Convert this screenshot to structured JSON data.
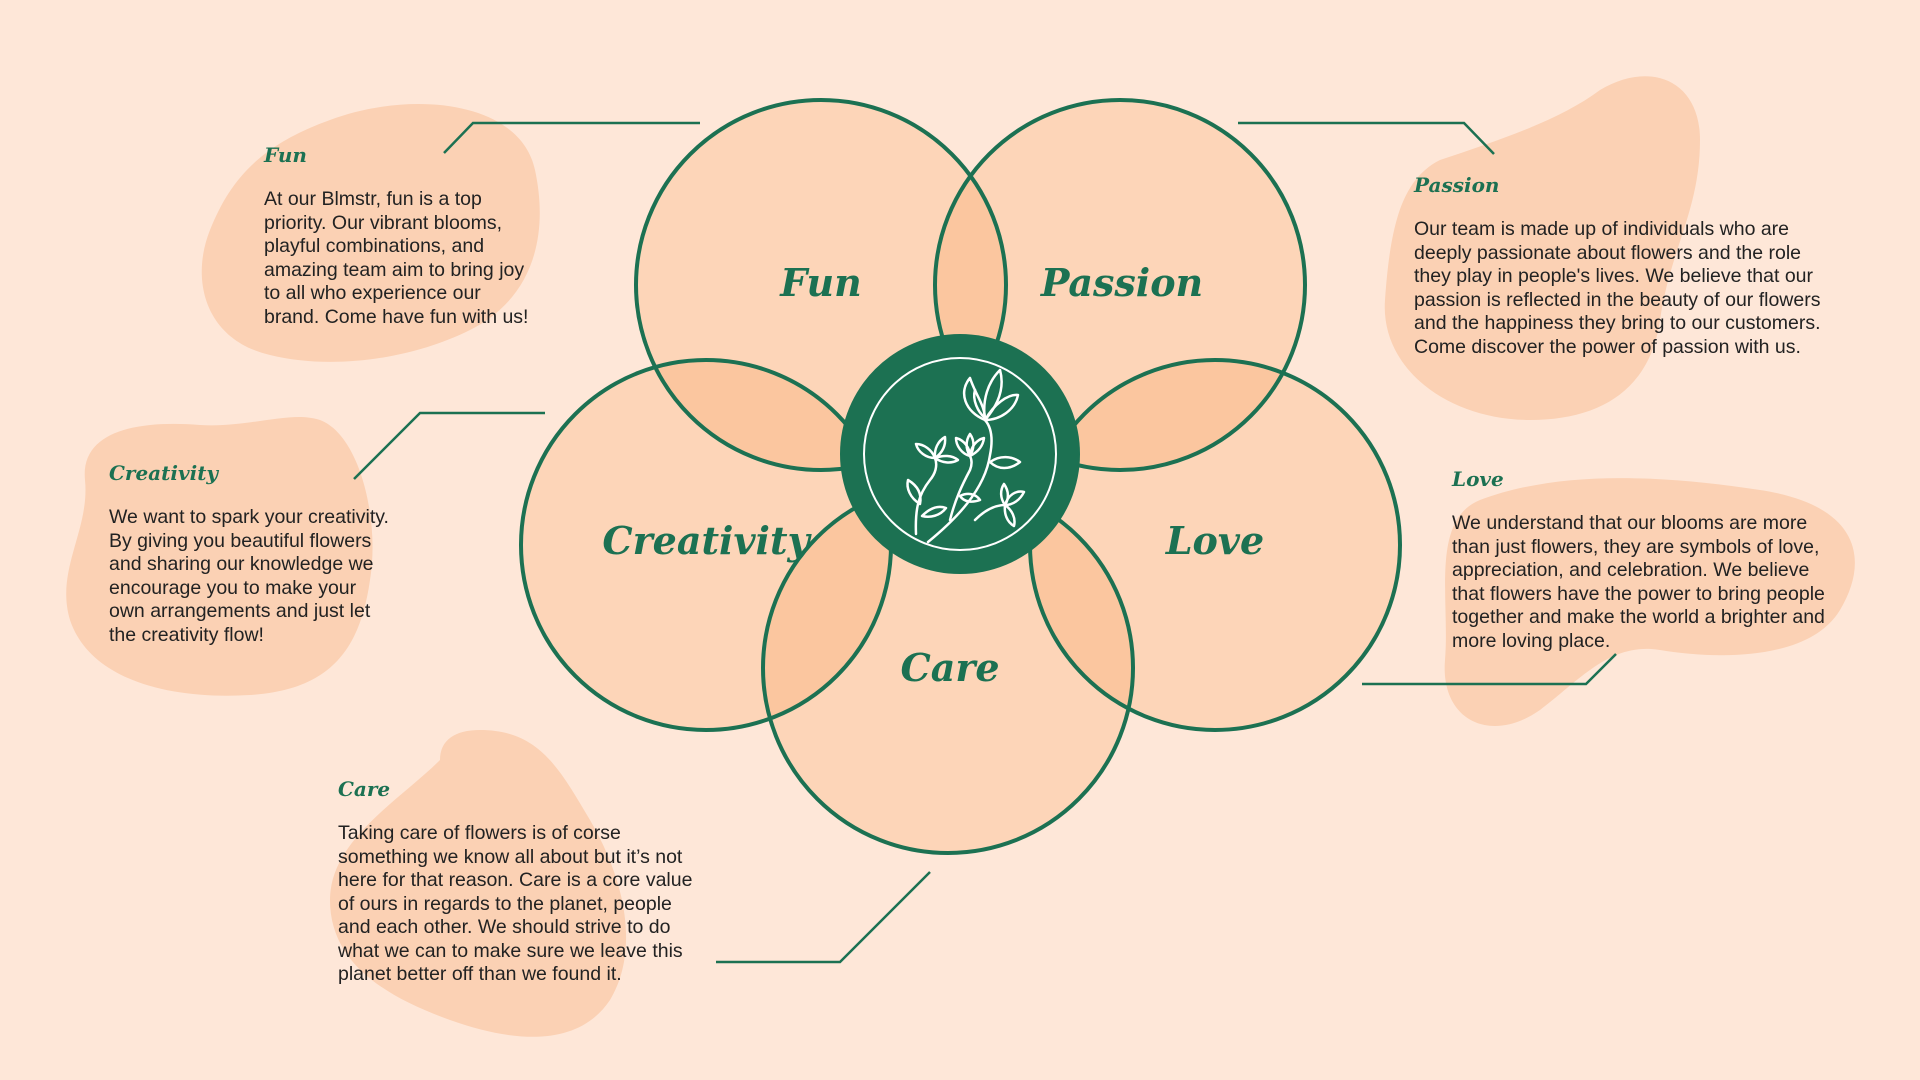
{
  "colors": {
    "background": "#fee7d8",
    "petal_fill": "#fdd5b8",
    "petal_overlap": "#fbc69f",
    "blob": "#fbd1b4",
    "green": "#1c7152",
    "text": "#222222"
  },
  "diagram": {
    "center_icon": "flower-bouquet-icon",
    "petals": [
      {
        "id": "fun",
        "label": "Fun"
      },
      {
        "id": "passion",
        "label": "Passion"
      },
      {
        "id": "creativity",
        "label": "Creativity"
      },
      {
        "id": "love",
        "label": "Love"
      },
      {
        "id": "care",
        "label": "Care"
      }
    ]
  },
  "blocks": {
    "fun": {
      "title": "Fun",
      "lines": [
        "At our Blmstr, fun is a top",
        "priority. Our vibrant blooms,",
        "playful combinations, and",
        "amazing team aim to bring joy",
        "to all who experience our",
        "brand. Come have fun with us!"
      ]
    },
    "passion": {
      "title": "Passion",
      "lines": [
        "Our team is made up of individuals who are",
        "deeply passionate about flowers and the role",
        "they play in people's lives. We believe that our",
        "passion is reflected in the beauty of our flowers",
        "and the happiness they bring to our customers.",
        "Come discover the power of passion with us."
      ]
    },
    "creativity": {
      "title": "Creativity",
      "lines": [
        "We want to spark your creativity.",
        "By giving you beautiful flowers",
        "and sharing our knowledge we",
        "encourage you to make your",
        "own arrangements and just let",
        "the creativity flow!"
      ]
    },
    "love": {
      "title": "Love",
      "lines": [
        "We understand that our blooms are more",
        "than just flowers, they are symbols of love,",
        "appreciation, and celebration. We believe",
        "that flowers have the power to bring people",
        "together and make the world a brighter and",
        "more loving place."
      ]
    },
    "care": {
      "title": "Care",
      "lines": [
        "Taking care of flowers is of corse",
        "something we know all about but it’s not",
        "here for that reason. Care is a core value",
        "of ours in regards to the planet, people",
        "and each other. We should strive to do",
        "what we can to make sure we leave this",
        "planet better off than we found it."
      ]
    }
  }
}
